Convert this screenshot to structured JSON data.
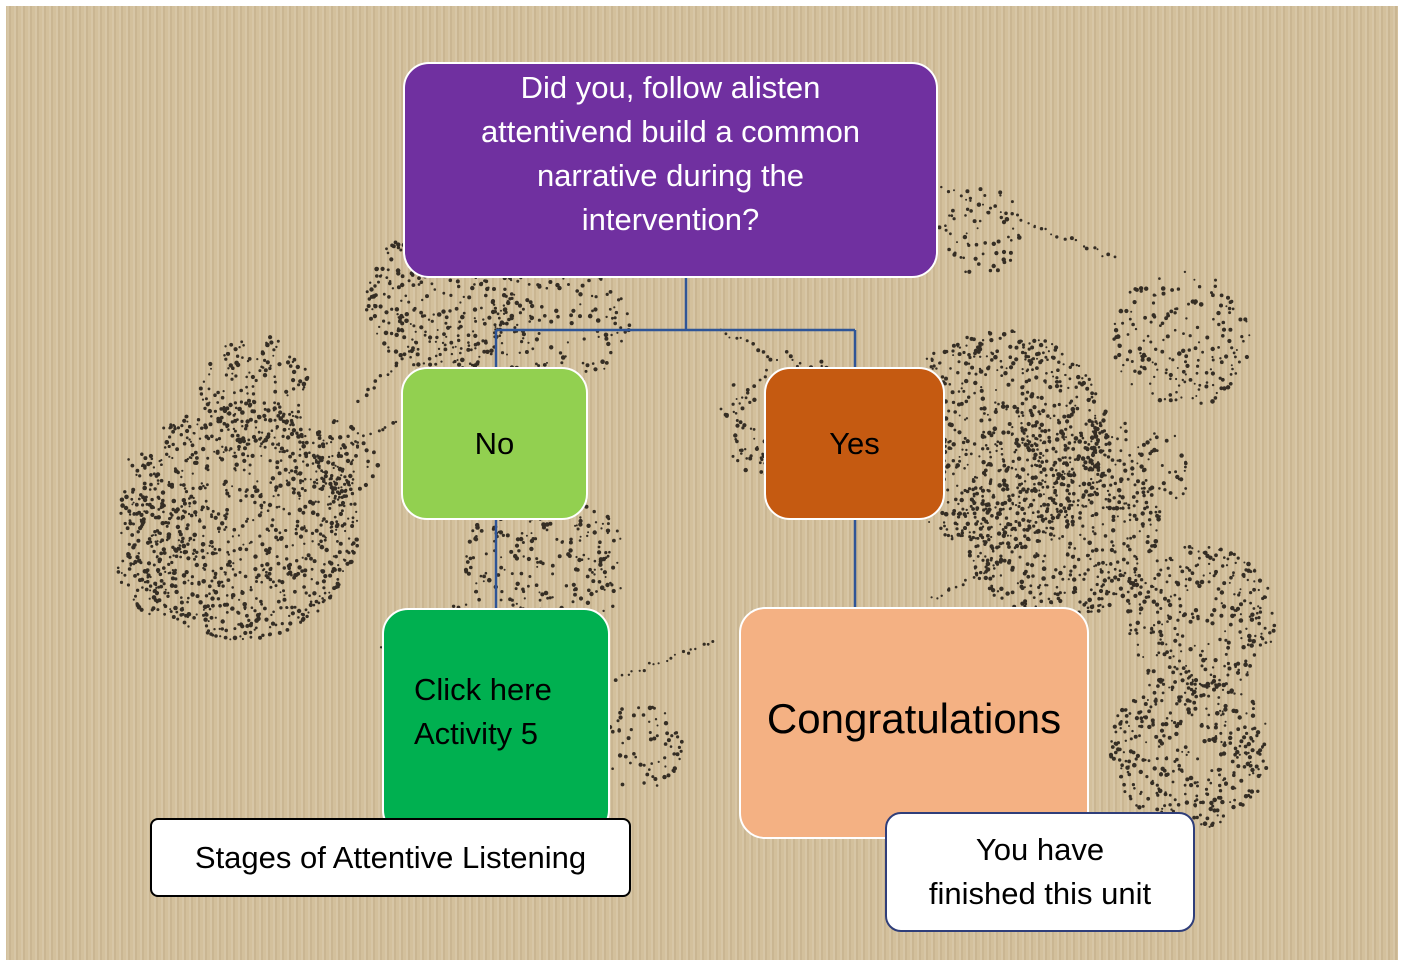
{
  "diagram": {
    "question": {
      "lines": [
        "Did you, follow alisten",
        "attentivend build a common",
        "narrative during the",
        "intervention?"
      ],
      "color": "#7030a0"
    },
    "no_branch": {
      "label": "No",
      "color": "#92d050",
      "result": {
        "lines": [
          "Click here",
          "Activity 5"
        ],
        "color": "#00b050"
      },
      "callout": "Stages of Attentive Listening"
    },
    "yes_branch": {
      "label": "Yes",
      "color": "#c55a11",
      "result": {
        "text": "Congratulations",
        "color": "#f4b183"
      },
      "callout": {
        "lines": [
          "You have",
          "finished this unit"
        ]
      }
    },
    "connector_color": "#2f5597",
    "background_color": "#d3c09c"
  }
}
